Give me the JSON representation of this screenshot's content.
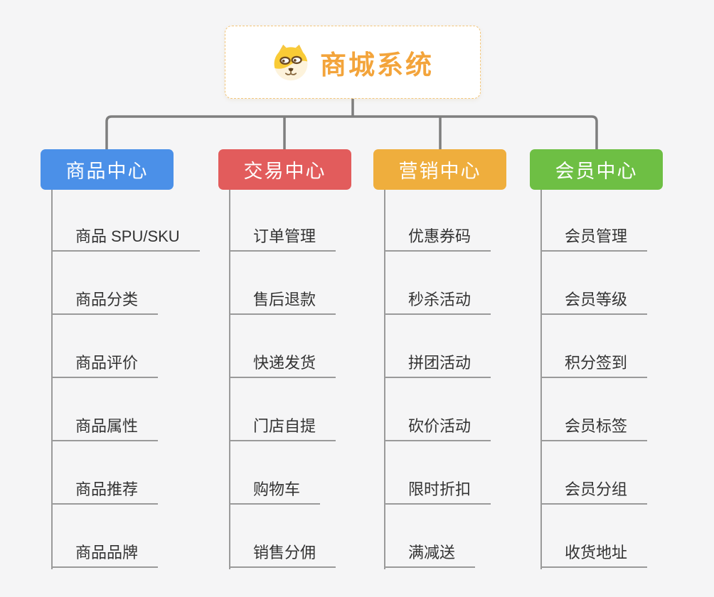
{
  "root": {
    "title": "商城系统",
    "icon": "doge-icon",
    "accent_text_color": "#f3a43b",
    "accent_border_color": "#f3c579"
  },
  "branches": [
    {
      "label": "商品中心",
      "color": "#4b90e8",
      "items": [
        "商品 SPU/SKU",
        "商品分类",
        "商品评价",
        "商品属性",
        "商品推荐",
        "商品品牌"
      ]
    },
    {
      "label": "交易中心",
      "color": "#e25c5c",
      "items": [
        "订单管理",
        "售后退款",
        "快递发货",
        "门店自提",
        "购物车",
        "销售分佣"
      ]
    },
    {
      "label": "营销中心",
      "color": "#efae3d",
      "items": [
        "优惠券码",
        "秒杀活动",
        "拼团活动",
        "砍价活动",
        "限时折扣",
        "满减送"
      ]
    },
    {
      "label": "会员中心",
      "color": "#6ebf44",
      "items": [
        "会员管理",
        "会员等级",
        "积分签到",
        "会员标签",
        "会员分组",
        "收货地址"
      ]
    }
  ]
}
